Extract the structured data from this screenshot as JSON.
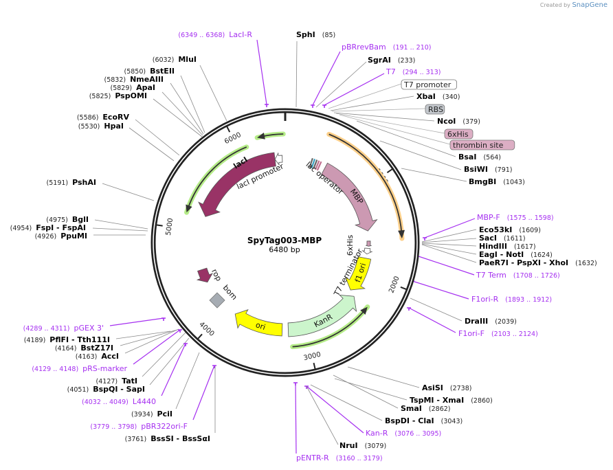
{
  "plasmid": {
    "name": "SpyTag003-MBP",
    "length": "6480 bp"
  },
  "branding": {
    "created_by": "Created by",
    "app": "SnapGene"
  },
  "ticks": [
    "1000",
    "2000",
    "3000",
    "4000",
    "5000",
    "6000"
  ],
  "sites": [
    {
      "name": "SphI",
      "pos": "(85)"
    },
    {
      "name": "SgrAI",
      "pos": "(233)"
    },
    {
      "name": "XbaI",
      "pos": "(340)"
    },
    {
      "name": "NcoI",
      "pos": "(379)"
    },
    {
      "name": "BsaI",
      "pos": "(564)"
    },
    {
      "name": "BsiWI",
      "pos": "(791)"
    },
    {
      "name": "BmgBI",
      "pos": "(1043)"
    },
    {
      "name": "Eco53kI",
      "pos": "(1609)"
    },
    {
      "name": "SacI",
      "pos": "(1611)"
    },
    {
      "name": "HindIII",
      "pos": "(1617)"
    },
    {
      "name": "EagI  - NotI",
      "pos": "(1624)"
    },
    {
      "name": "PaeR7I  - PspXI  - XhoI",
      "pos": "(1632)"
    },
    {
      "name": "DraIII",
      "pos": "(2039)"
    },
    {
      "name": "AsiSI",
      "pos": "(2738)"
    },
    {
      "name": "TspMI  - XmaI",
      "pos": "(2860)"
    },
    {
      "name": "SmaI",
      "pos": "(2862)"
    },
    {
      "name": "BspDI  - ClaI",
      "pos": "(3043)"
    },
    {
      "name": "NruI",
      "pos": "(3079)"
    },
    {
      "name": "BssSI  - BssSαI",
      "pos": "(3761)"
    },
    {
      "name": "PciI",
      "pos": "(3934)"
    },
    {
      "name": "BspQI  - SapI",
      "pos": "(4051)"
    },
    {
      "name": "TatI",
      "pos": "(4127)"
    },
    {
      "name": "AccI",
      "pos": "(4163)"
    },
    {
      "name": "BstZ17I",
      "pos": "(4164)"
    },
    {
      "name": "PflFI  - Tth111I",
      "pos": "(4189)"
    },
    {
      "name": "PpuMI",
      "pos": "(4926)"
    },
    {
      "name": "FspI  - FspAI",
      "pos": "(4954)"
    },
    {
      "name": "BglI",
      "pos": "(4975)"
    },
    {
      "name": "PshAI",
      "pos": "(5191)"
    },
    {
      "name": "HpaI",
      "pos": "(5530)"
    },
    {
      "name": "EcoRV",
      "pos": "(5586)"
    },
    {
      "name": "PspOMI",
      "pos": "(5825)"
    },
    {
      "name": "ApaI",
      "pos": "(5829)"
    },
    {
      "name": "NmeAIII",
      "pos": "(5832)"
    },
    {
      "name": "BstEII",
      "pos": "(5850)"
    },
    {
      "name": "MluI",
      "pos": "(6032)"
    }
  ],
  "primers": [
    {
      "name": "pBRrevBam",
      "range": "(191 .. 210)"
    },
    {
      "name": "T7",
      "range": "(294 .. 313)"
    },
    {
      "name": "MBP-F",
      "range": "(1575 .. 1598)"
    },
    {
      "name": "T7 Term",
      "range": "(1708 .. 1726)"
    },
    {
      "name": "F1ori-R",
      "range": "(1893 .. 1912)"
    },
    {
      "name": "F1ori-F",
      "range": "(2103 .. 2124)"
    },
    {
      "name": "Kan-R",
      "range": "(3076 .. 3095)"
    },
    {
      "name": "pENTR-R",
      "range": "(3160 .. 3179)"
    },
    {
      "name": "pBR322ori-F",
      "range": "(3779 .. 3798)"
    },
    {
      "name": "L4440",
      "range": "(4032 .. 4049)"
    },
    {
      "name": "pRS-marker",
      "range": "(4129 .. 4148)"
    },
    {
      "name": "pGEX 3'",
      "range": "(4289 .. 4311)"
    },
    {
      "name": "LacI-R",
      "range": "(6349 .. 6368)"
    }
  ],
  "boxed_features": [
    {
      "name": "T7 promoter",
      "color": "#ffffff"
    },
    {
      "name": "RBS",
      "color": "#c3c7cc"
    },
    {
      "name": "6xHis",
      "color": "#dcaec4"
    },
    {
      "name": "thrombin site",
      "color": "#dcaec4"
    }
  ],
  "map_features": [
    {
      "name": "lacI",
      "color": "#993366"
    },
    {
      "name": "lacI promoter",
      "color": "#ffffff"
    },
    {
      "name": "lac operator",
      "color": "#7fb3c8"
    },
    {
      "name": "MBP",
      "color": "#cc99b2"
    },
    {
      "name": "6xHis",
      "color": "#cc99b2"
    },
    {
      "name": "T7 terminator",
      "color": "#ffffff"
    },
    {
      "name": "f1 ori",
      "color": "#ffff00"
    },
    {
      "name": "KanR",
      "color": "#ccf5cc"
    },
    {
      "name": "ori",
      "color": "#ffff00"
    },
    {
      "name": "rop",
      "color": "#993366"
    },
    {
      "name": "bom",
      "color": "#a6acb3"
    }
  ],
  "colors": {
    "primer": "#a52ff0",
    "backbone": "#222222",
    "orf_green": "#b5ec88",
    "orf_orange": "#fdd08a"
  }
}
